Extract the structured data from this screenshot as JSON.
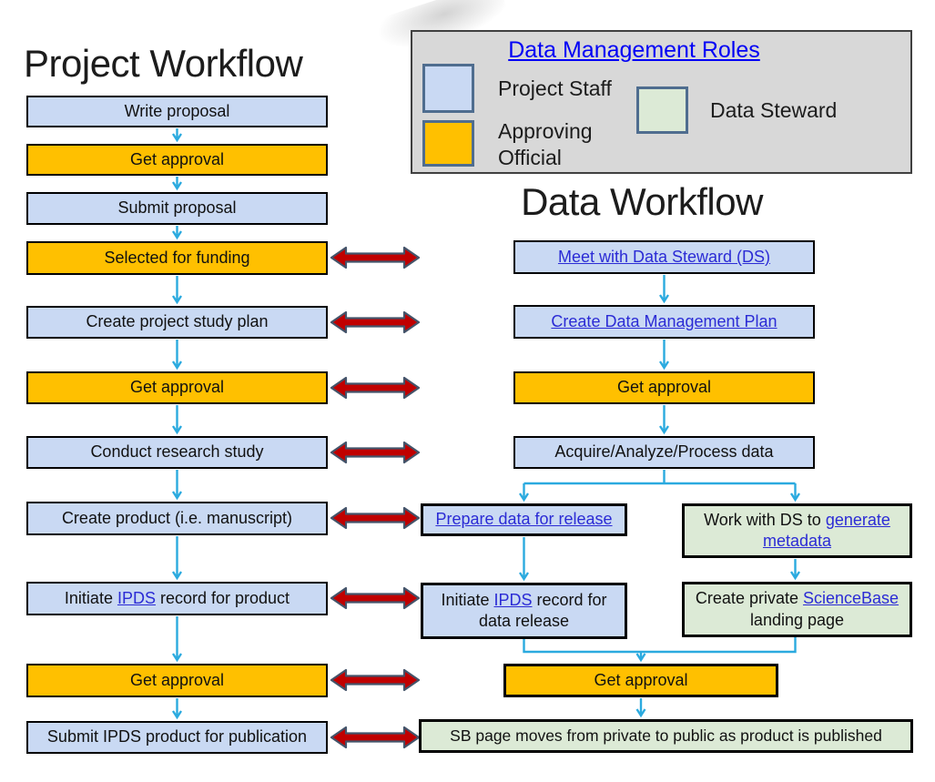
{
  "titles": {
    "project": "Project Workflow",
    "data": "Data Workflow"
  },
  "legend": {
    "title": "Data Management Roles",
    "project_staff": "Project Staff",
    "approving_official": "Approving Official",
    "data_steward": "Data Steward"
  },
  "colors": {
    "project_staff_fill": "#C9D9F3",
    "approving_official_fill": "#FFC000",
    "data_steward_fill": "#DCEAD6",
    "flow_arrow_cyan": "#2BAADF",
    "sync_arrow_fill": "#C00000",
    "sync_arrow_outline": "#44546A",
    "box_link_blue": "#2B2BD5",
    "legend_link_blue": "#0000F5"
  },
  "project_workflow": {
    "steps": [
      {
        "label": "Write proposal",
        "role": "project_staff"
      },
      {
        "label": "Get approval",
        "role": "approving_official"
      },
      {
        "label": "Submit proposal",
        "role": "project_staff"
      },
      {
        "label": "Selected for funding",
        "role": "approving_official"
      },
      {
        "label": "Create project study plan",
        "role": "project_staff"
      },
      {
        "label": "Get approval",
        "role": "approving_official"
      },
      {
        "label": "Conduct research study",
        "role": "project_staff"
      },
      {
        "label": "Create product (i.e. manuscript)",
        "role": "project_staff"
      },
      {
        "prefix": "Initiate ",
        "link": "IPDS",
        "suffix": " record for product",
        "role": "project_staff"
      },
      {
        "label": "Get approval",
        "role": "approving_official"
      },
      {
        "label": "Submit IPDS product for publication",
        "role": "project_staff"
      }
    ]
  },
  "data_workflow": {
    "steps": [
      {
        "link": "Meet with Data Steward (DS)",
        "role": "project_staff"
      },
      {
        "link": "Create Data Management Plan",
        "role": "project_staff"
      },
      {
        "label": "Get approval",
        "role": "approving_official"
      },
      {
        "label": "Acquire/Analyze/Process data",
        "role": "project_staff"
      },
      {
        "link": "Prepare data for release",
        "role": "project_staff"
      },
      {
        "prefix": "Work with DS to ",
        "link": "generate metadata",
        "role": "data_steward"
      },
      {
        "prefix": "Initiate ",
        "link": "IPDS",
        "suffix": " record for data release",
        "role": "project_staff"
      },
      {
        "prefix": "Create private ",
        "link": "ScienceBase",
        "suffix": " landing page",
        "role": "data_steward"
      },
      {
        "label": "Get approval",
        "role": "approving_official"
      },
      {
        "label": "SB page moves from private to public as product is published",
        "role": "data_steward"
      }
    ]
  }
}
